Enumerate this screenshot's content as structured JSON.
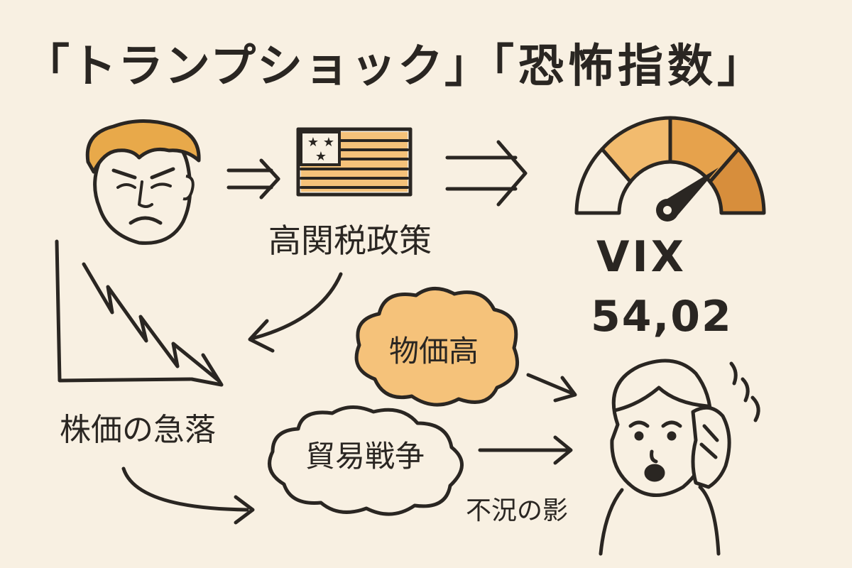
{
  "title": {
    "left": "「トランプショック」",
    "right": "「恐怖指数」"
  },
  "labels": {
    "policy": "高関税政策",
    "stocks": "株価の急落",
    "prices": "物価高",
    "trade_war": "貿易戦争",
    "recession": "不況の影"
  },
  "vix": {
    "label": "VIX",
    "value": "54,02"
  },
  "colors": {
    "background": "#f8f0e2",
    "ink": "#2a2622",
    "accent_orange": "#e8a94a",
    "accent_light": "#f5c27a",
    "gauge_dark": "#d78e3c"
  },
  "icons": [
    "trump-face-icon",
    "us-flag-icon",
    "fear-gauge-icon",
    "falling-stock-chart-icon",
    "worried-person-icon",
    "thought-cloud-icon"
  ]
}
